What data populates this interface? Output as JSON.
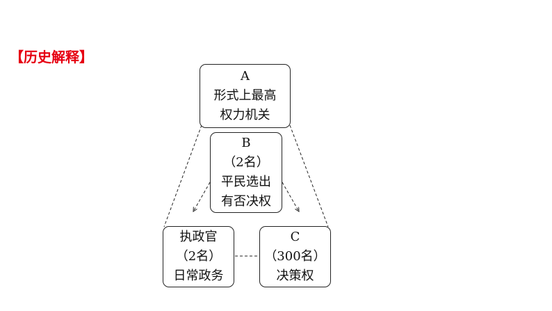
{
  "heading": "【历史解释】",
  "nodes": {
    "a": {
      "line1": "A",
      "line2": "形式上最高",
      "line3": "权力机关"
    },
    "b": {
      "line1": "B",
      "line2": "（2名）",
      "line3": "平民选出",
      "line4": "有否决权"
    },
    "executive": {
      "line1": "执政官",
      "line2": "（2名）",
      "line3": "日常政务"
    },
    "c": {
      "line1": "C",
      "line2": "（300名）",
      "line3": "决策权"
    }
  },
  "colors": {
    "heading": "#e60012",
    "line": "#222222"
  }
}
